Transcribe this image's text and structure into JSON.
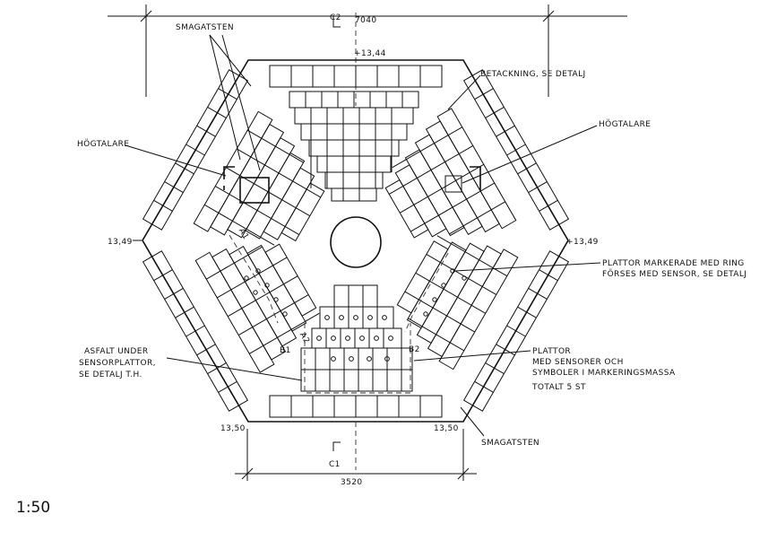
{
  "labels": {
    "dim_top": "7040",
    "dim_bottom": "3520",
    "level_top": "+13,44",
    "level_left": "13,49",
    "level_right": "+13,49",
    "level_bottom_left": "13,50",
    "level_bottom_right": "13,50",
    "smagatsten_top": "SMAGATSTEN",
    "smagatsten_bottom": "SMAGATSTEN",
    "hogtalare_left": "HÖGTALARE",
    "hogtalare_right": "HÖGTALARE",
    "betackning": "BETACKNING, SE DETALJ",
    "plattor_ring_1": "PLATTOR MARKERADE MED RING",
    "plattor_ring_2": "FÖRSES MED SENSOR, SE DETALJ",
    "asfalt_1": "ASFALT UNDER",
    "asfalt_2": "SENSORPLATTOR,",
    "asfalt_3": "SE DETALJ T.H.",
    "plattor_1": "PLATTOR",
    "plattor_2": "MED SENSORER OCH",
    "plattor_3": "SYMBOLER I MARKERINGSMASSA",
    "plattor_4": "TOTALT 5 ST",
    "a1": "A1",
    "a2": "A2",
    "b1": "B1",
    "b2": "B2",
    "c_top": "C2",
    "c_bottom": "C1",
    "scale": "1:50"
  }
}
